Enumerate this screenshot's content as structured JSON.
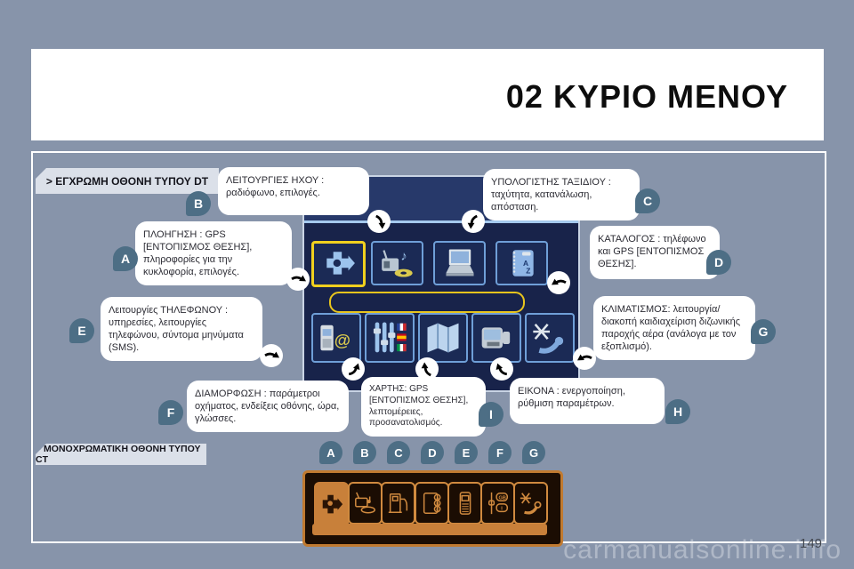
{
  "header": {
    "title": "02 ΚΥΡΙΟ ΜΕΝΟΥ"
  },
  "tags": {
    "color": "> ΕΓΧΡΩΜΗ ΟΘΟΝΗ ΤΥΠΟΥ DT",
    "mono": "> ΜΟΝΟΧΡΩΜΑΤΙΚΗ ΟΘΟΝΗ ΤΥΠΟΥ CT"
  },
  "callouts": {
    "audio": "ΛΕΙΤΟΥΡΓΙΕΣ ΗΧΟΥ : ραδιόφωνο, επιλογές.",
    "trip_computer": "ΥΠΟΛΟΓΙΣΤΗΣ ΤΑΞΙΔΙΟΥ : ταχύτητα, κατανάλωση, απόσταση.",
    "navigation": "ΠΛΟΗΓΗΣΗ : GPS [ΕΝΤΟΠΙΣΜΟΣ ΘΕΣΗΣ], πληροφορίες για την κυκλοφορία, επιλογές.",
    "directory": "ΚΑΤΑΛΟΓΟΣ : τηλέφωνο και GPS [ΕΝΤΟΠΙΣΜΟΣ ΘΕΣΗΣ].",
    "telephone": "Λειτουργίες ΤΗΛΕΦΩΝΟΥ : υπηρεσίες, λειτουργίες τηλεφώνου, σύντομα μηνύματα (SMS).",
    "climate": "ΚΛΙΜΑΤΙΣΜΟΣ: λειτουργία/διακοπή καιδιαχείριση διζωνικής παροχής αέρα (ανάλογα με τον εξοπλισμό).",
    "configuration": "ΔΙΑΜΟΡΦΩΣΗ : παράμετροι οχήματος, ενδείξεις οθόνης, ώρα, γλώσσες.",
    "map": "ΧΑΡΤΗΣ: GPS [ΕΝΤΟΠΙΣΜΟΣ ΘΕΣΗΣ], λεπτομέρειες, προσανατολισμός.",
    "video": "ΕΙΚΟΝΑ : ενεργοποίηση, ρύθμιση παραμέτρων."
  },
  "badges": {
    "a": "A",
    "b": "B",
    "c": "C",
    "d": "D",
    "e": "E",
    "f": "F",
    "g": "G",
    "h": "H",
    "i": "I"
  },
  "letter_row": [
    "A",
    "B",
    "C",
    "D",
    "E",
    "F",
    "G"
  ],
  "icons": {
    "color_display": [
      "navigation-icon",
      "audio-icon",
      "computer-icon",
      "directory-icon",
      "phone-internet-icon",
      "settings-sliders-flags-icon",
      "map-icon",
      "video-icon",
      "climate-icon"
    ],
    "mono_display": [
      "navigation-icon",
      "audio-icon",
      "fuel-pump-icon",
      "directory-icon",
      "phone-icon",
      "settings-language-icon",
      "climate-icon"
    ]
  },
  "footer": {
    "page_number": "149",
    "watermark": "carmanualsonline.info"
  },
  "colors": {
    "page_bg": "#8794aa",
    "screen_navy": "#18234a",
    "tile_border_blue": "#6f9fd8",
    "selected_yellow": "#f0d01e",
    "badge_slate": "#4d6e85",
    "mono_orange": "#c8803a",
    "mono_bg": "#1b0d03"
  }
}
